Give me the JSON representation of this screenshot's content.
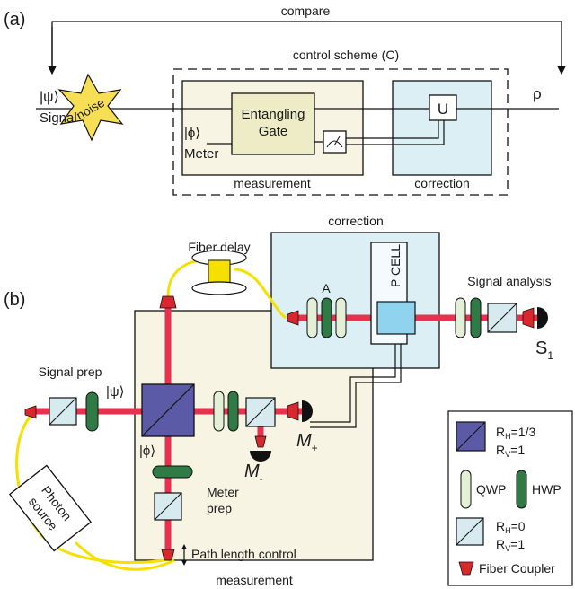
{
  "panel_a": {
    "label": "(a)",
    "compare": "compare",
    "control_scheme": "control scheme (C)",
    "psi": "|ψ⟩",
    "signal": "Signal",
    "noise": "noise",
    "phi": "|ϕ⟩",
    "meter": "Meter",
    "gate_line1": "Entangling",
    "gate_line2": "Gate",
    "u": "U",
    "rho": "ρ",
    "measurement": "measurement",
    "correction": "correction"
  },
  "panel_b": {
    "label": "(b)",
    "correction": "correction",
    "fiber_delay": "Fiber delay",
    "a": "A",
    "pcell": "P CELL",
    "signal_analysis": "Signal analysis",
    "s1_main": "S",
    "s1_sub": "1",
    "signal_prep": "Signal prep",
    "psi": "|ψ⟩",
    "phi": "|ϕ⟩",
    "m_plus_main": "M",
    "m_plus_sub": "+",
    "m_minus_main": "M",
    "m_minus_sub": "-",
    "meter_prep_1": "Meter",
    "meter_prep_2": "prep",
    "photon_1": "Photon",
    "photon_2": "source",
    "path_length": "Path length control",
    "measurement": "measurement"
  },
  "legend": {
    "bs1_rh_main": "R",
    "bs1_rh_sub": "H",
    "bs1_rh_val": "=1/3",
    "bs1_rv_main": "R",
    "bs1_rv_sub": "V",
    "bs1_rv_val": "=1",
    "qwp": "QWP",
    "hwp": "HWP",
    "bs2_rh_main": "R",
    "bs2_rh_sub": "H",
    "bs2_rh_val": "=0",
    "bs2_rv_main": "R",
    "bs2_rv_sub": "V",
    "bs2_rv_val": "=1",
    "coupler": "Fiber Coupler"
  },
  "colors": {
    "beam": "#e8304f",
    "measurement_box": "#f7f4e3",
    "correction_box": "#dceff5",
    "noise_star": "#f6df55",
    "hwp": "#2f7a45",
    "qwp": "#e3f0d6",
    "pbs_third": "#5b5aa6",
    "pbs": "#d6eaf0",
    "fiber": "#f5e000",
    "coupler": "#d8272d",
    "pcell": "#8fd3ee"
  }
}
